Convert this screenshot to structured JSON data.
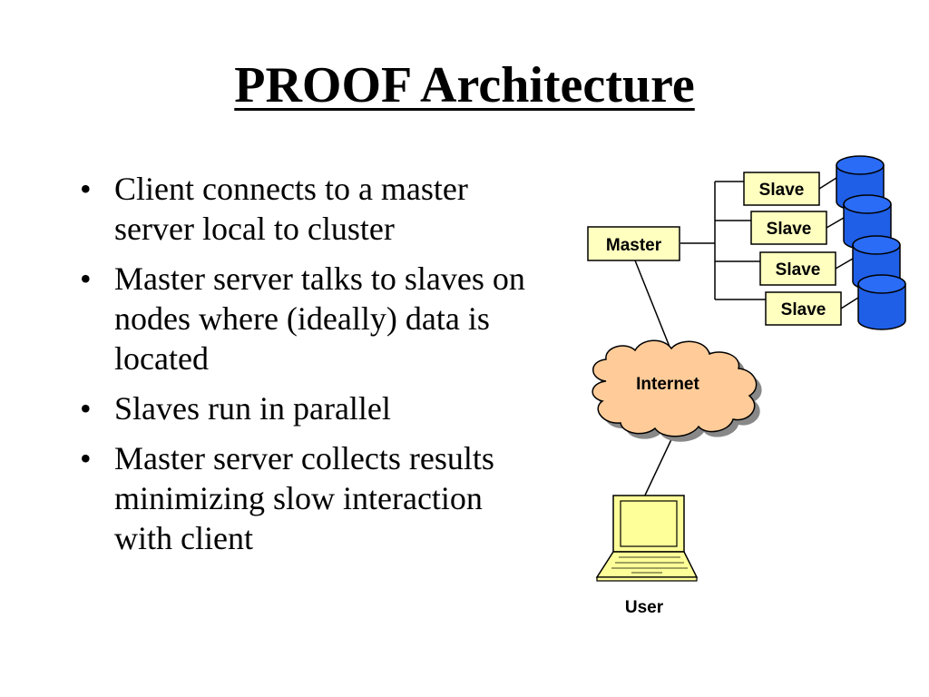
{
  "title": "PROOF Architecture",
  "bullets": [
    "Client connects to a master server local to cluster",
    "Master server talks to slaves on nodes where (ideally) data is located",
    "Slaves run in parallel",
    "Master server collects results minimizing slow interaction with client"
  ],
  "bullet_glyph": "•",
  "diagram": {
    "master_label": "Master",
    "slave_labels": [
      "Slave",
      "Slave",
      "Slave",
      "Slave"
    ],
    "internet_label": "Internet",
    "user_label": "User",
    "colors": {
      "box_fill": "#ffffc0",
      "cloud_fill": "#ffcc99",
      "disk_fill": "#1f5fe8",
      "laptop_fill": "#ffff99"
    }
  }
}
